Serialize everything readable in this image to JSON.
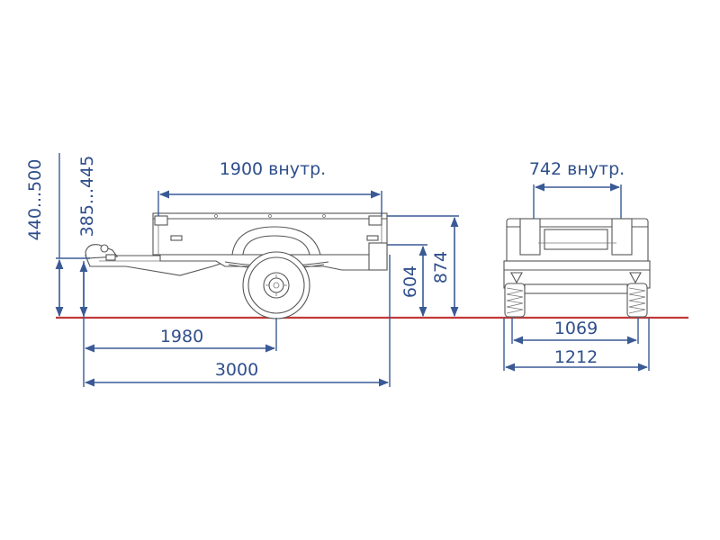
{
  "dimensions": {
    "inner_length": "1900 внутр.",
    "inner_width": "742 внутр.",
    "hitch_height_range": "440...500",
    "coupler_height_range": "385...445",
    "hitch_to_axle": "1980",
    "overall_length": "3000",
    "body_floor_height": "604",
    "overall_height": "874",
    "track_width": "1069",
    "overall_width": "1212"
  },
  "colors": {
    "dimension_lines": "#3a5a95",
    "ground_line": "#c23a3a",
    "outline": "#555555"
  }
}
